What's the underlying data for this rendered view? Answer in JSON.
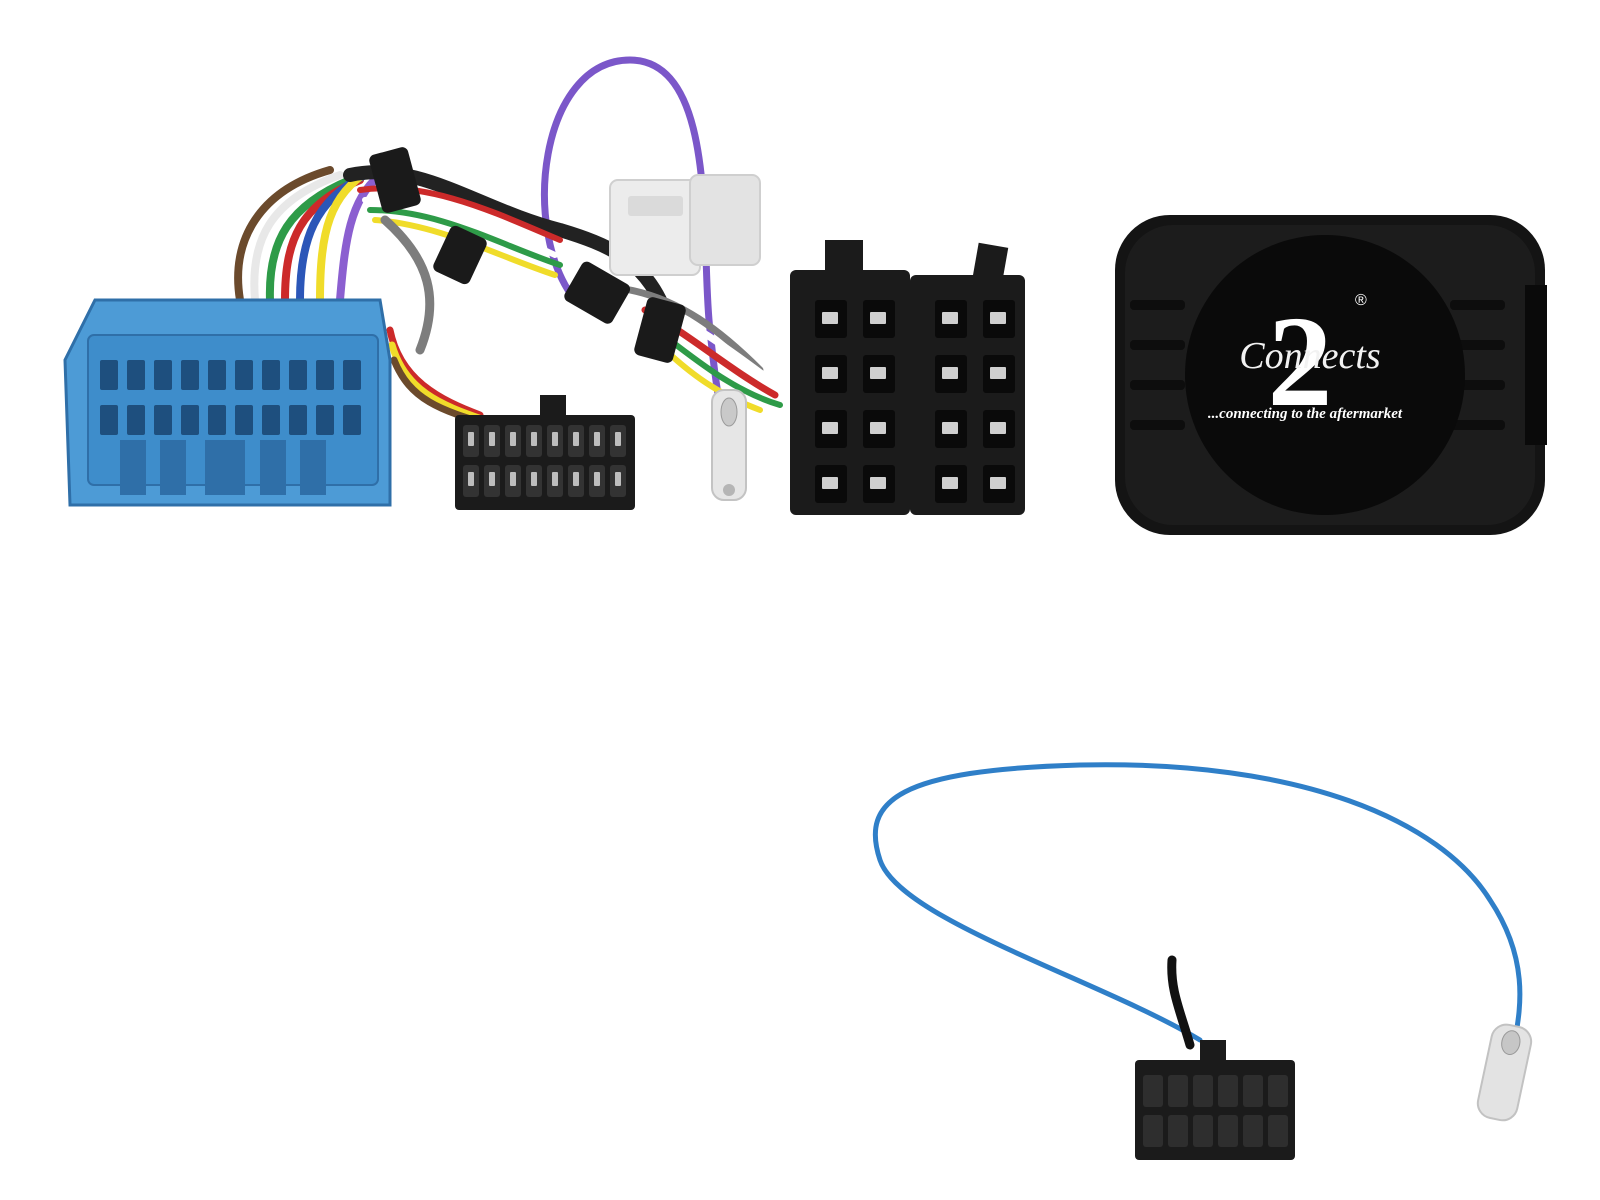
{
  "product": {
    "logo_wordmark": "Connects",
    "logo_numeral": "2",
    "logo_registered": "®",
    "tagline": "...connecting to the aftermarket"
  },
  "colors": {
    "background": "#ffffff",
    "blue_connector": "#4d9bd6",
    "blue_connector_dark": "#2f6fa8",
    "black_plastic": "#1b1b1b",
    "interface_box": "#141414",
    "blue_wire": "#2f7fc8",
    "purple_wire": "#7b57c9",
    "grey_wire": "#7d7d7d",
    "white_connector": "#e9e9e9",
    "terminal_metal": "#c9c9c9"
  },
  "icons": {
    "blue_harness": "blue-vehicle-connector-icon",
    "black_16pin": "black-16-pin-connector-icon",
    "iso_pair": "iso-connector-pair-icon",
    "patch_lead_connector": "small-multipin-connector-icon",
    "bullet_terminal": "bullet-terminal-icon"
  }
}
